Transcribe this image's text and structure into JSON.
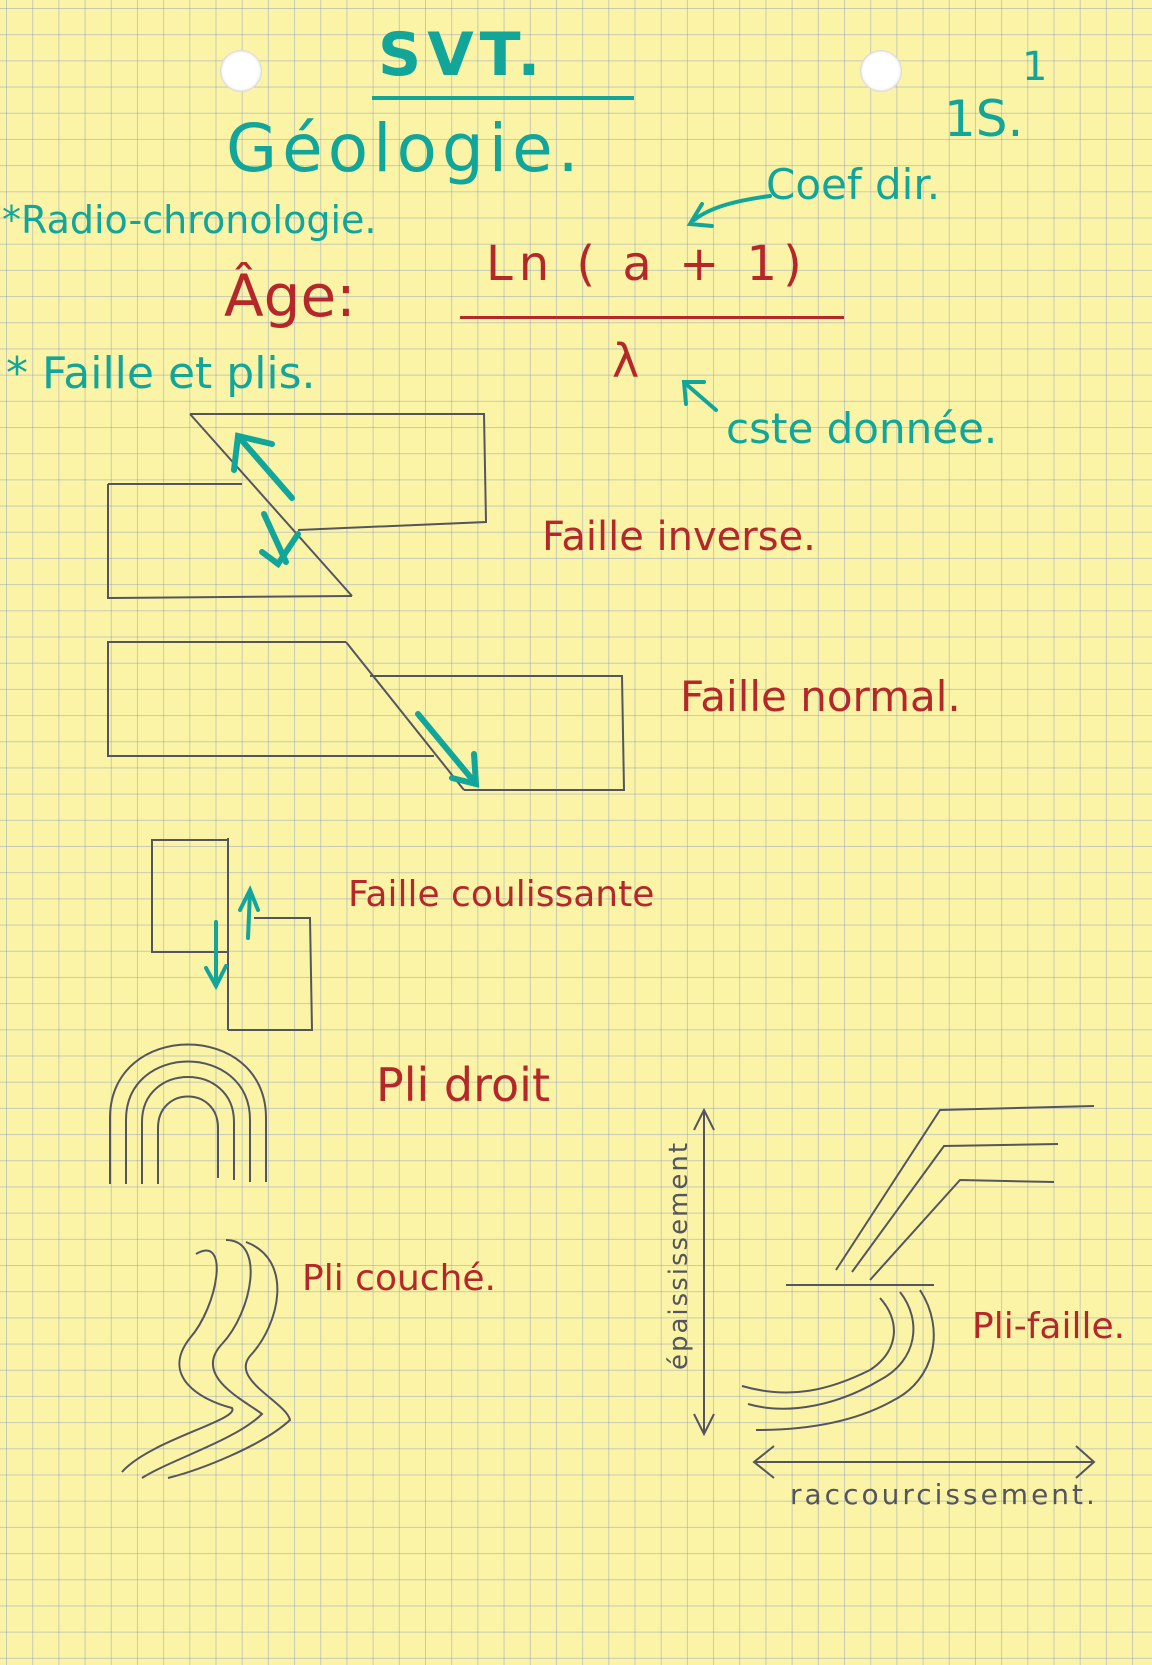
{
  "header": {
    "subject": "SVT.",
    "topic": "Géologie.",
    "page_number": "1",
    "class_label": "1S."
  },
  "sections": {
    "radio_chronologie": "*Radio-chronologie.",
    "faille_plis": "* Faille et plis."
  },
  "formula": {
    "label": "Âge:",
    "numerator": "Ln ( a + 1)",
    "denominator": "λ",
    "note_coef": "Coef dir.",
    "note_cste": "cste donnée."
  },
  "diagrams": {
    "faille_inverse": "Faille inverse.",
    "faille_normale": "Faille normal.",
    "faille_coulissante": "Faille coulissante",
    "pli_droit": "Pli droit",
    "pli_couche": "Pli couché.",
    "pli_faille": "Pli-faille.",
    "epaississement": "épaississement",
    "raccourcissement": "raccourcissement."
  },
  "colors": {
    "paper": "#fbf4a6",
    "grid": "#8c9bd0",
    "teal_ink": "#12a59a",
    "red_ink": "#b5282a",
    "pencil": "#55555f"
  }
}
